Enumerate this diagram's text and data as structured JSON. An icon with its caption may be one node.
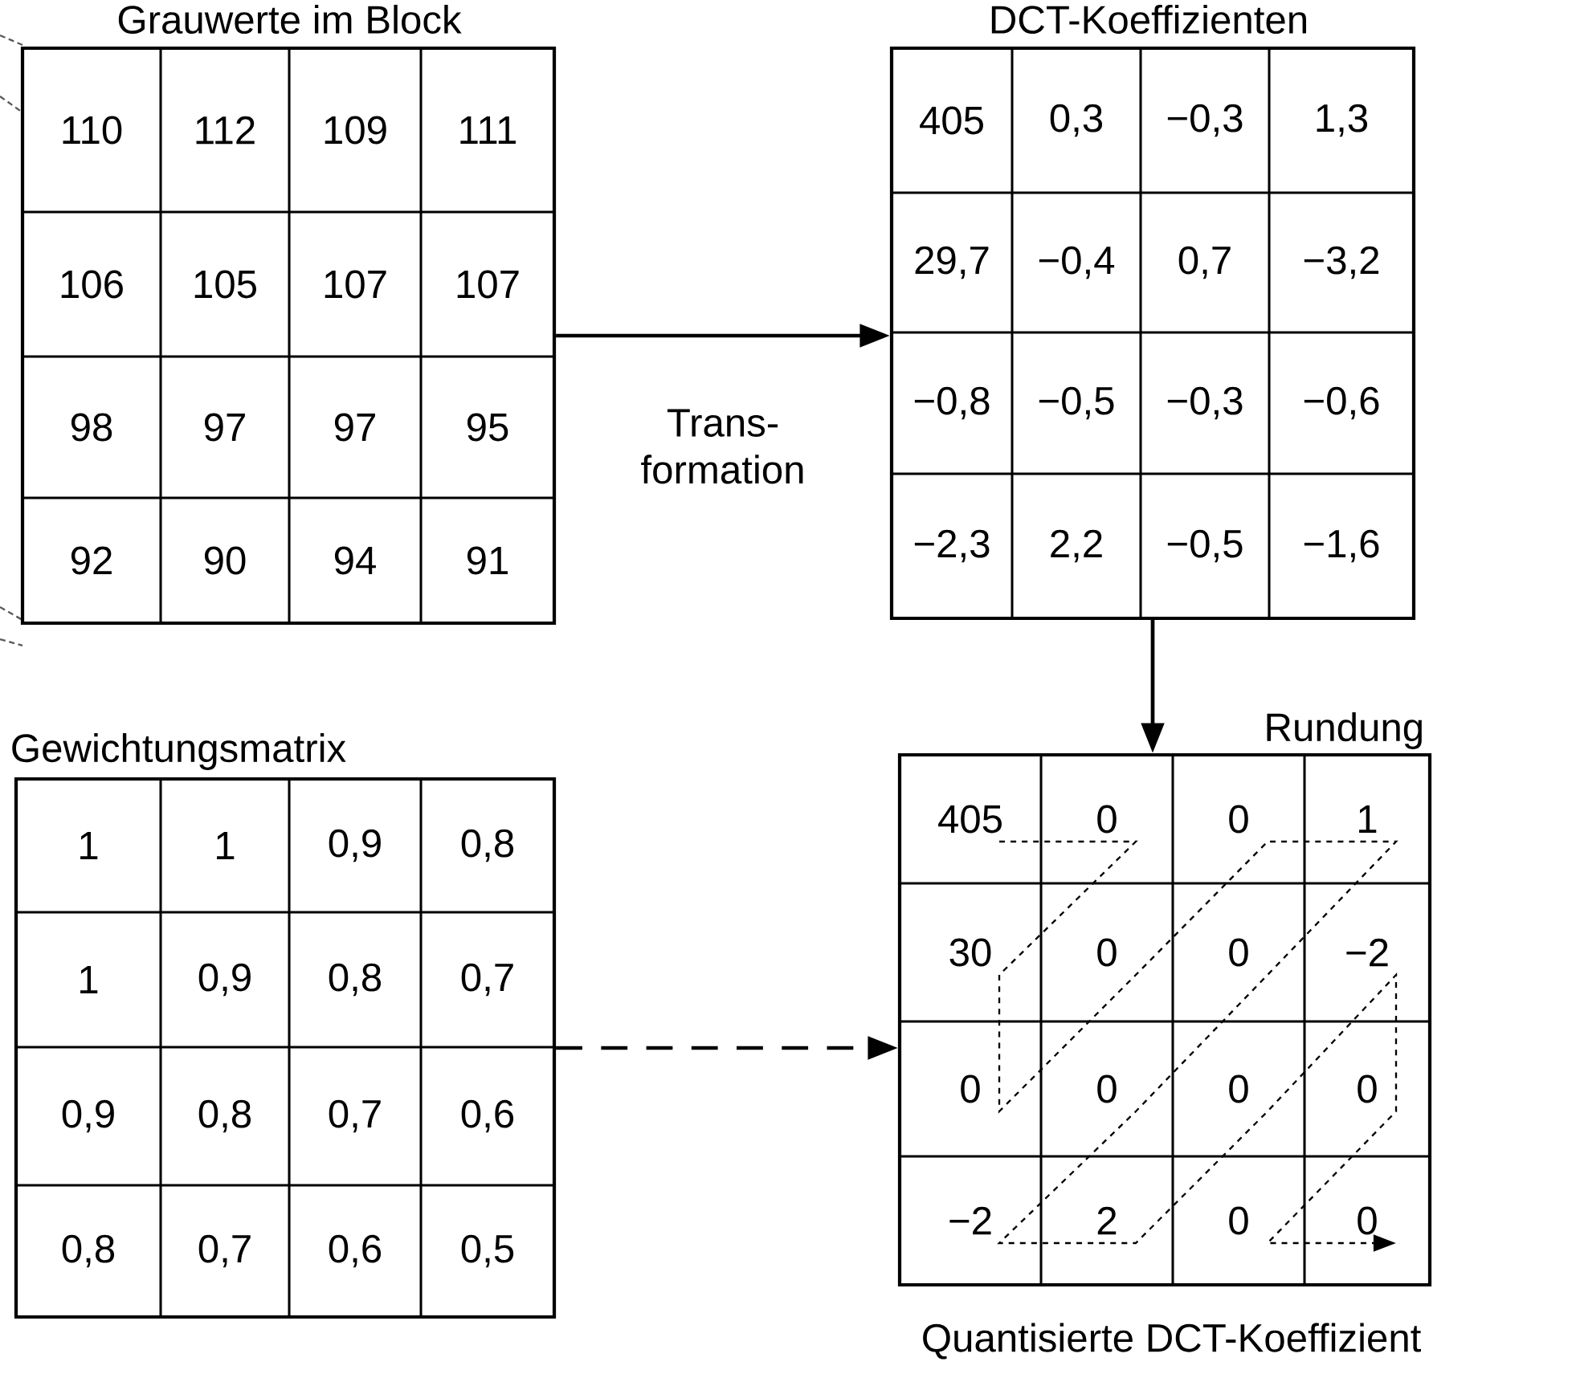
{
  "diagram": {
    "nodes": [
      {
        "text": [
          "Grauwerte im Block",
          "110",
          "112",
          "109",
          "111",
          "106",
          "105",
          "107",
          "107",
          "98",
          "97",
          "97",
          "95",
          "92",
          "90",
          "94",
          "91"
        ]
      },
      {
        "text": [
          "DCT-Koeffizienten",
          "405",
          "0,3",
          "−0,3",
          "1,3",
          "29,7",
          "−0,4",
          "0,7",
          "−3,2",
          "−0,8",
          "−0,5",
          "−0,3",
          "−0,6",
          "−2,3",
          "2,2",
          "−0,5",
          "−1,6"
        ]
      },
      {
        "text": [
          "Gewichtungsmatrix",
          "1",
          "1",
          "0,9",
          "0,8",
          "1",
          "0,9",
          "0,8",
          "0,7",
          "0,9",
          "0,8",
          "0,7",
          "0,6",
          "0,8",
          "0,7",
          "0,6",
          "0,5"
        ]
      },
      {
        "text": [
          "Quantisierte DCT-Koeffizient",
          "405",
          "0",
          "0",
          "1",
          "30",
          "0",
          "0",
          "−2",
          "0",
          "0",
          "0",
          "0",
          "−2",
          "2",
          "0",
          "0"
        ]
      }
    ],
    "edges": [
      {
        "from": 0,
        "to": 1,
        "arrow": "to",
        "label": "Trans- formation"
      },
      {
        "from": 1,
        "to": 3,
        "arrow": "to",
        "label": "Rundung"
      },
      {
        "from": 2,
        "to": 3,
        "arrow": "to",
        "style": "dashed"
      }
    ]
  }
}
